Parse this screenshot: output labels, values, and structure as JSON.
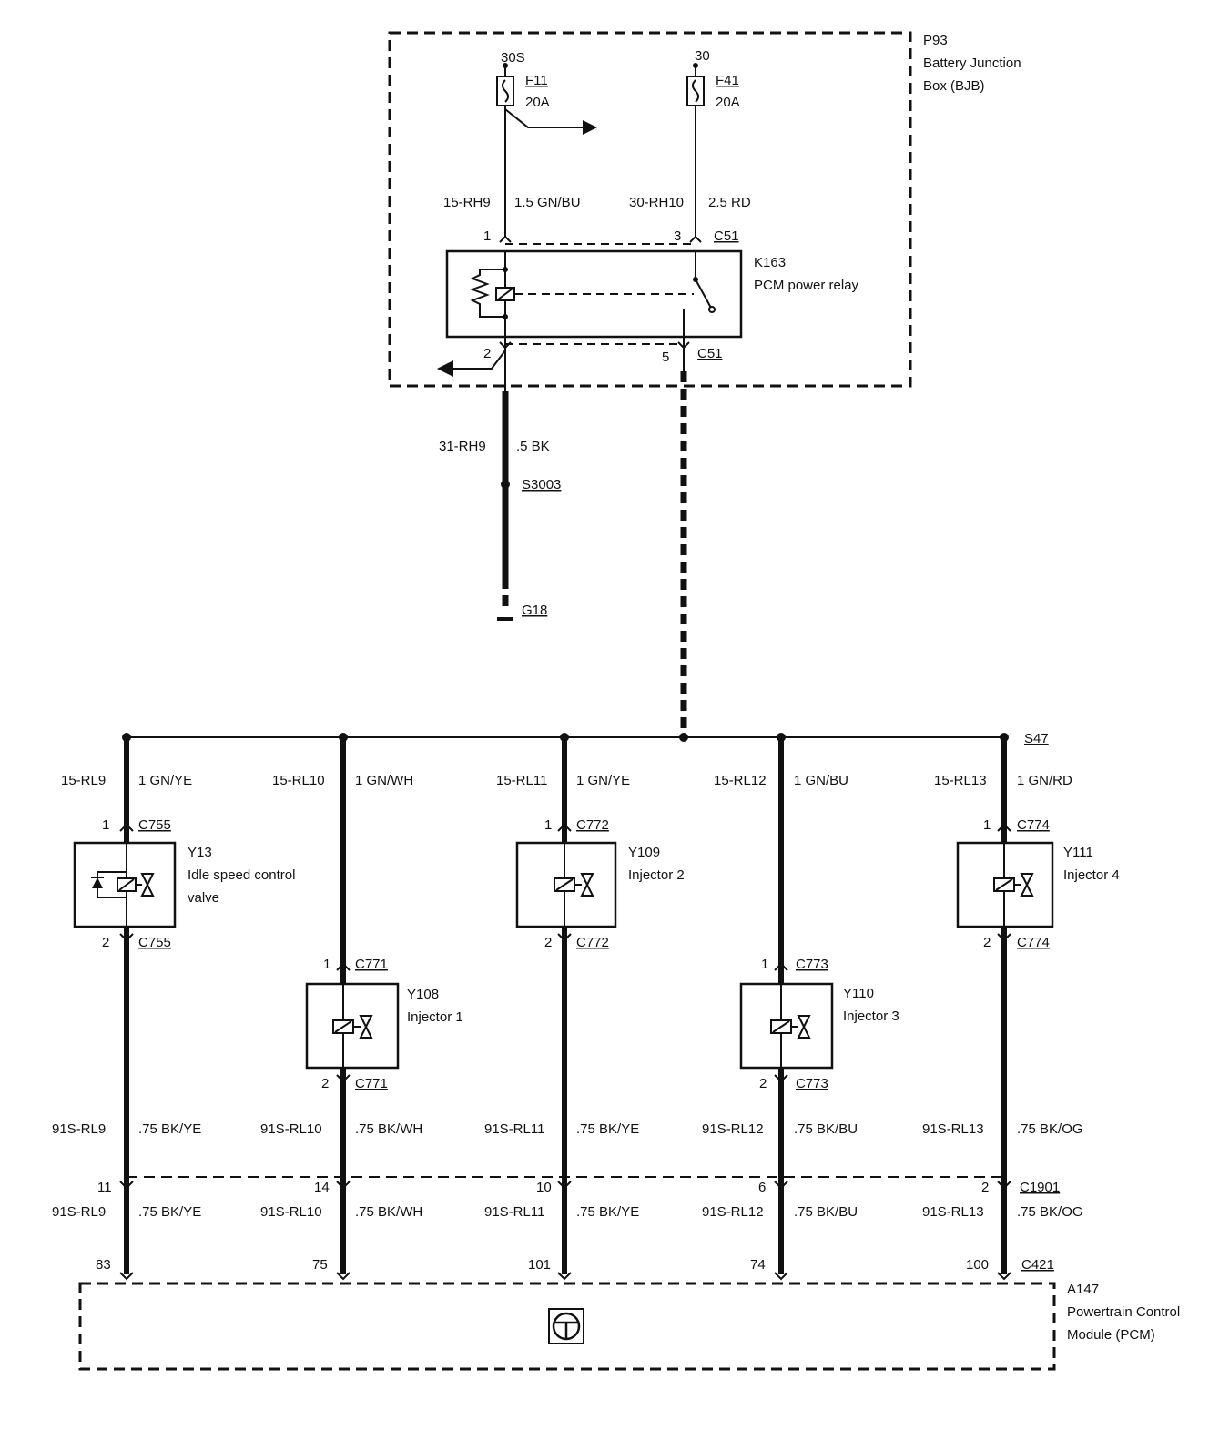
{
  "bjb": {
    "id": "P93",
    "name_line1": "Battery Junction",
    "name_line2": "Box (BJB)"
  },
  "fuses": [
    {
      "feed": "30S",
      "id": "F11",
      "rating": "20A"
    },
    {
      "feed": "30",
      "id": "F41",
      "rating": "20A"
    }
  ],
  "relay_wires": {
    "left_circuit": "15-RH9",
    "left_wire": "1.5 GN/BU",
    "right_circuit": "30-RH10",
    "right_wire": "2.5 RD"
  },
  "relay": {
    "id": "K163",
    "name": "PCM power relay",
    "connector": "C51",
    "pin1": "1",
    "pin3": "3",
    "pin2": "2",
    "pin5": "5"
  },
  "ground": {
    "circuit": "31-RH9",
    "wire": ".5 BK",
    "splice": "S3003",
    "ground_id": "G18"
  },
  "splice_bus": "S47",
  "branches": [
    {
      "circuit": "15-RL9",
      "wire": "1 GN/YE",
      "comp_id": "Y13",
      "comp_line1": "Idle speed control",
      "comp_line2": "valve",
      "connector": "C755",
      "pin_top": "1",
      "pin_bottom": "2",
      "out_circuit": "91S-RL9",
      "out_wire": ".75 BK/YE",
      "c1901_pin": "11",
      "pcm_pin": "83"
    },
    {
      "circuit": "15-RL10",
      "wire": "1 GN/WH",
      "comp_id": "Y108",
      "comp_line1": "Injector 1",
      "comp_line2": "",
      "connector": "C771",
      "pin_top": "1",
      "pin_bottom": "2",
      "out_circuit": "91S-RL10",
      "out_wire": ".75 BK/WH",
      "c1901_pin": "14",
      "pcm_pin": "75"
    },
    {
      "circuit": "15-RL11",
      "wire": "1 GN/YE",
      "comp_id": "Y109",
      "comp_line1": "Injector 2",
      "comp_line2": "",
      "connector": "C772",
      "pin_top": "1",
      "pin_bottom": "2",
      "out_circuit": "91S-RL11",
      "out_wire": ".75 BK/YE",
      "c1901_pin": "10",
      "pcm_pin": "101"
    },
    {
      "circuit": "15-RL12",
      "wire": "1 GN/BU",
      "comp_id": "Y110",
      "comp_line1": "Injector 3",
      "comp_line2": "",
      "connector": "C773",
      "pin_top": "1",
      "pin_bottom": "2",
      "out_circuit": "91S-RL12",
      "out_wire": ".75 BK/BU",
      "c1901_pin": "6",
      "pcm_pin": "74"
    },
    {
      "circuit": "15-RL13",
      "wire": "1 GN/RD",
      "comp_id": "Y111",
      "comp_line1": "Injector 4",
      "comp_line2": "",
      "connector": "C774",
      "pin_top": "1",
      "pin_bottom": "2",
      "out_circuit": "91S-RL13",
      "out_wire": ".75 BK/OG",
      "c1901_pin": "2",
      "pcm_pin": "100"
    }
  ],
  "inline_connector": "C1901",
  "pcm": {
    "connector": "C421",
    "id": "A147",
    "name_line1": "Powertrain Control",
    "name_line2": "Module (PCM)"
  }
}
